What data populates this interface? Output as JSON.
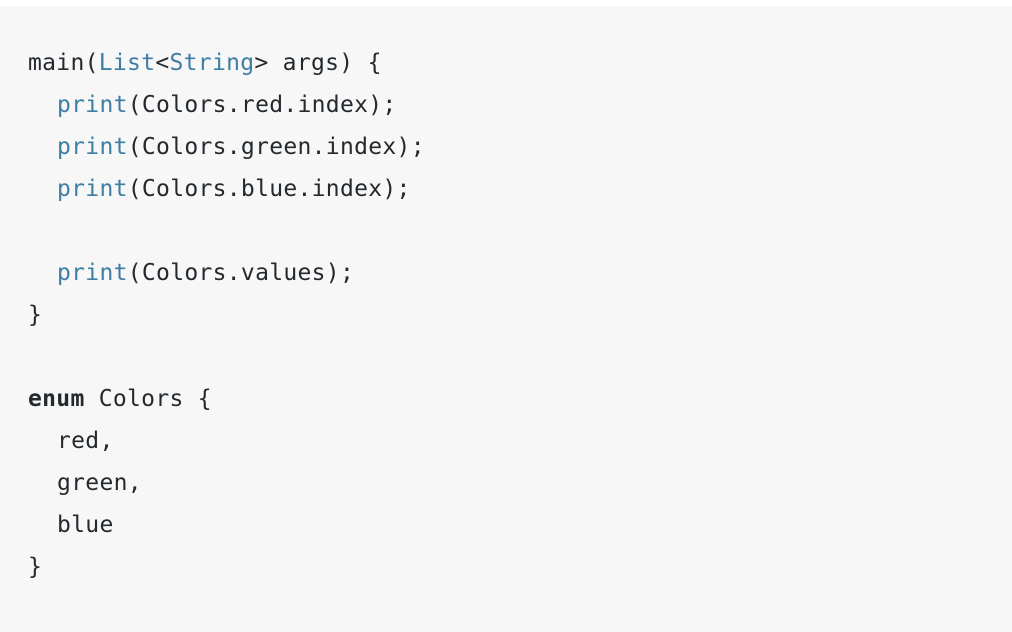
{
  "code": {
    "l1": {
      "fn": "main",
      "p1": "(",
      "t1": "List",
      "lt": "<",
      "t2": "String",
      "rest": "> args) {"
    },
    "l2": {
      "fn": "print",
      "rest": "(Colors.red.index);"
    },
    "l3": {
      "fn": "print",
      "rest": "(Colors.green.index);"
    },
    "l4": {
      "fn": "print",
      "rest": "(Colors.blue.index);"
    },
    "l6": {
      "fn": "print",
      "rest": "(Colors.values);"
    },
    "l7": "}",
    "l9": {
      "kw": "enum",
      "rest": " Colors {"
    },
    "l10": "red,",
    "l11": "green,",
    "l12": "blue",
    "l13": "}"
  },
  "colors": {
    "background": "#f7f7f7",
    "text": "#24292e",
    "highlight": "#3e7ea4"
  }
}
